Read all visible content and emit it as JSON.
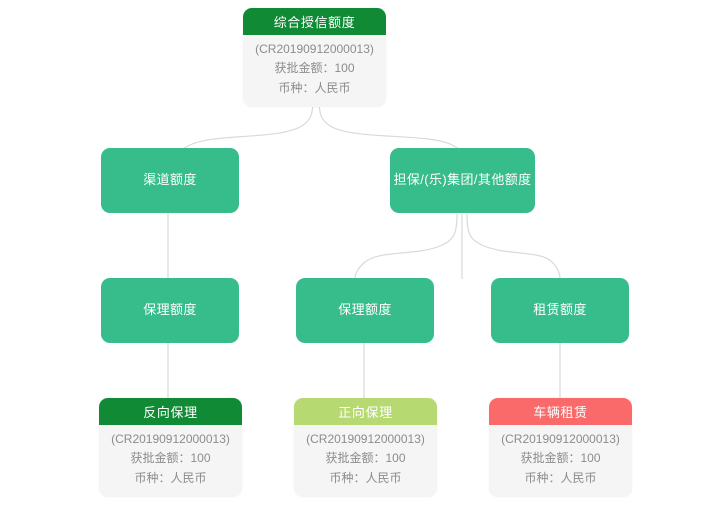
{
  "diagram": {
    "type": "credit-limit-tree",
    "background_color": "#ffffff",
    "connector_color": "#d9d9d9",
    "colors": {
      "node_green": "#37bc8c",
      "header_dark_green": "#118a36",
      "header_lime": "#b7d972",
      "header_coral": "#fb6a6a",
      "card_body_bg": "#f5f5f5",
      "card_body_text": "#8c8c8c"
    },
    "nodes": {
      "root": {
        "title": "综合授信额度",
        "code": "(CR20190912000013)",
        "amount": "获批金额：100",
        "currency": "币种：人民币",
        "header_color": "#118a36"
      },
      "level2": [
        {
          "title": "渠道额度"
        },
        {
          "title": "担保/(乐)集团/其他额度"
        }
      ],
      "level3": [
        {
          "title": "保理额度"
        },
        {
          "title": "保理额度"
        },
        {
          "title": "租赁额度"
        }
      ],
      "leaves": [
        {
          "title": "反向保理",
          "code": "(CR20190912000013)",
          "amount": "获批金额：100",
          "currency": "币种：人民币",
          "header_color": "#118a36"
        },
        {
          "title": "正向保理",
          "code": "(CR20190912000013)",
          "amount": "获批金额：100",
          "currency": "币种：人民币",
          "header_color": "#b7d972"
        },
        {
          "title": "车辆租赁",
          "code": "(CR20190912000013)",
          "amount": "获批金额：100",
          "currency": "币种：人民币",
          "header_color": "#fb6a6a"
        }
      ]
    }
  }
}
